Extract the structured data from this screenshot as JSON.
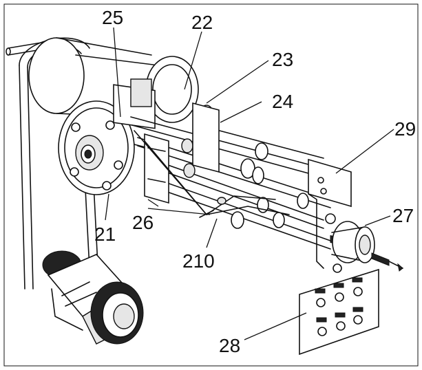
{
  "labels": {
    "l25": "25",
    "l22": "22",
    "l23": "23",
    "l24": "24",
    "l29": "29",
    "l27": "27",
    "l26": "26",
    "l21": "21",
    "l210": "210",
    "l28": "28"
  }
}
